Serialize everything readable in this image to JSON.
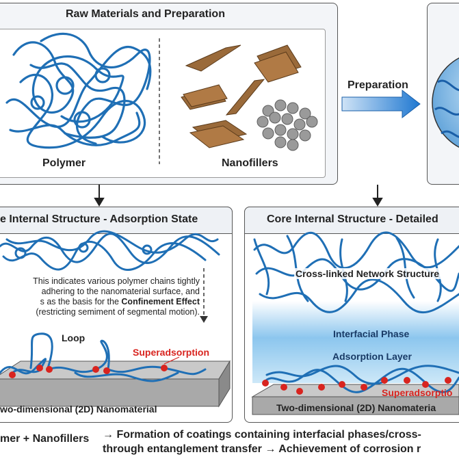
{
  "raw_panel": {
    "title": "Raw Materials and Preparation",
    "polymer_label": "Polymer",
    "nanofillers_label": "Nanofillers"
  },
  "arrow": {
    "label": "Preparation"
  },
  "adsorption_panel": {
    "title": "e Internal Structure - Adsorption State",
    "desc_line1": "This indicates various polymer chains tightly",
    "desc_line2": "adhering to the nanomaterial surface, and",
    "desc_line3_pre": "s as the basis for the ",
    "desc_line3_bold": "Confinement Effect",
    "desc_line4": "(restricting semiment of segmental motion).",
    "loop_label": "Loop",
    "superadsorption_label": "Superadsorption",
    "base_label": "wo-dimensional (2D) Nanomaterial"
  },
  "detail_panel": {
    "title": "Core Internal Structure - Detailed",
    "network_label": "Cross-linked Network Structure",
    "interfacial_label": "Interfacial Phase",
    "adsorption_label": "Adsorption Layer",
    "superadsorption_label": "Superadsorptio",
    "base_label": "Two-dimensional (2D) Nanomateria"
  },
  "footer": {
    "left": "mer + Nanofillers",
    "line1": "→ Formation of coatings containing interfacial phases/cross-",
    "line2": "through entanglement transfer → Achievement of corrosion r"
  },
  "colors": {
    "chain": "#1f6fb5",
    "red_dot": "#d8241f",
    "flake": "#8b5a2b",
    "arrow": "#2b7fd0"
  }
}
